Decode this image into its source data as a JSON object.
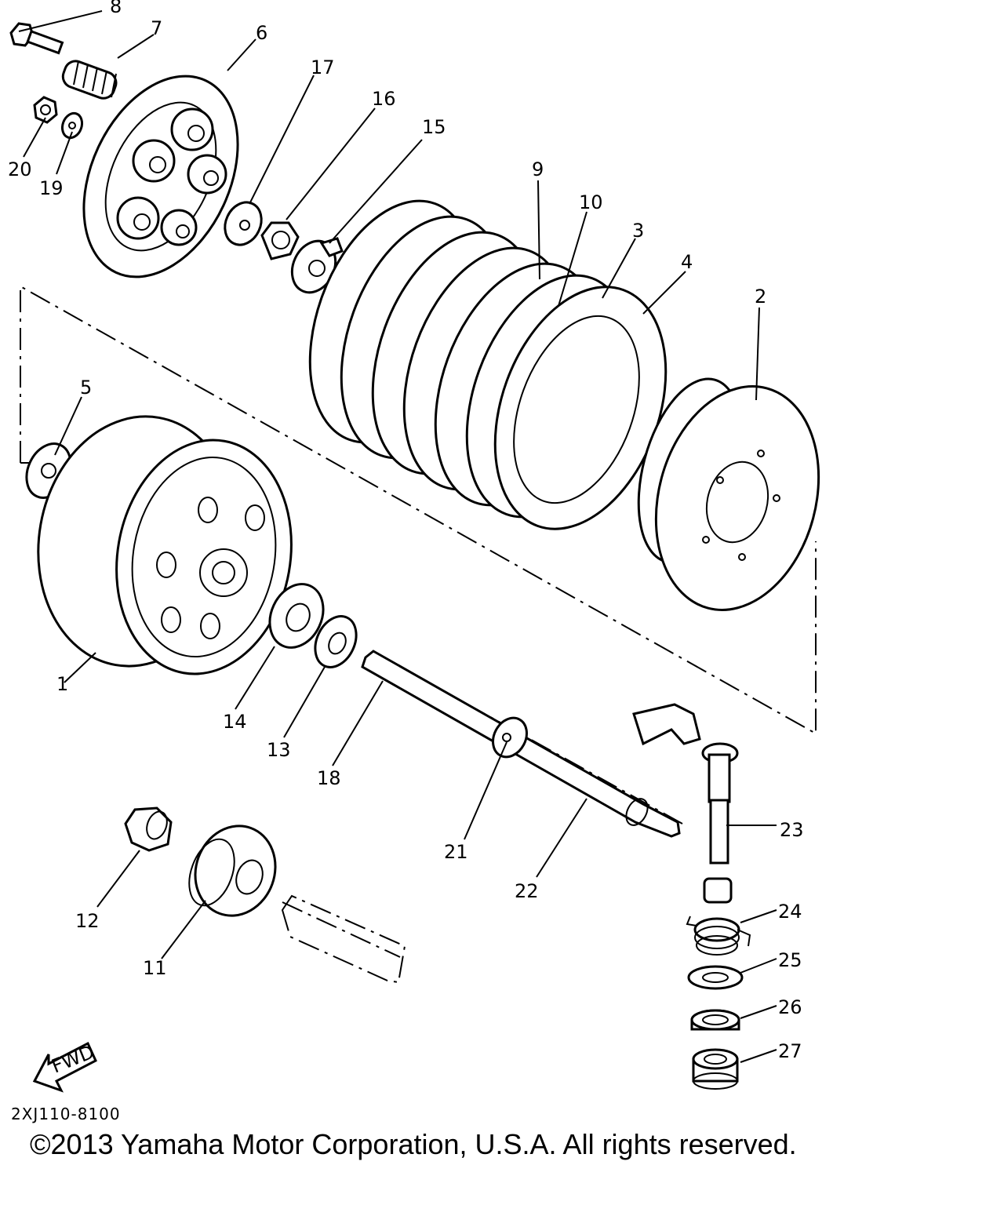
{
  "diagram": {
    "drawing_code": "2XJ110-8100",
    "copyright": "©2013 Yamaha Motor Corporation, U.S.A. All rights reserved.",
    "fwd_label": "FWD",
    "callouts": {
      "c1": "1",
      "c2": "2",
      "c3": "3",
      "c4": "4",
      "c5": "5",
      "c6": "6",
      "c7": "7",
      "c8": "8",
      "c9": "9",
      "c10": "10",
      "c11": "11",
      "c12": "12",
      "c13": "13",
      "c14": "14",
      "c15": "15",
      "c16": "16",
      "c17": "17",
      "c18": "18",
      "c19": "19",
      "c20": "20",
      "c21": "21",
      "c22": "22",
      "c23": "23",
      "c24": "24",
      "c25": "25",
      "c26": "26",
      "c27": "27"
    }
  }
}
